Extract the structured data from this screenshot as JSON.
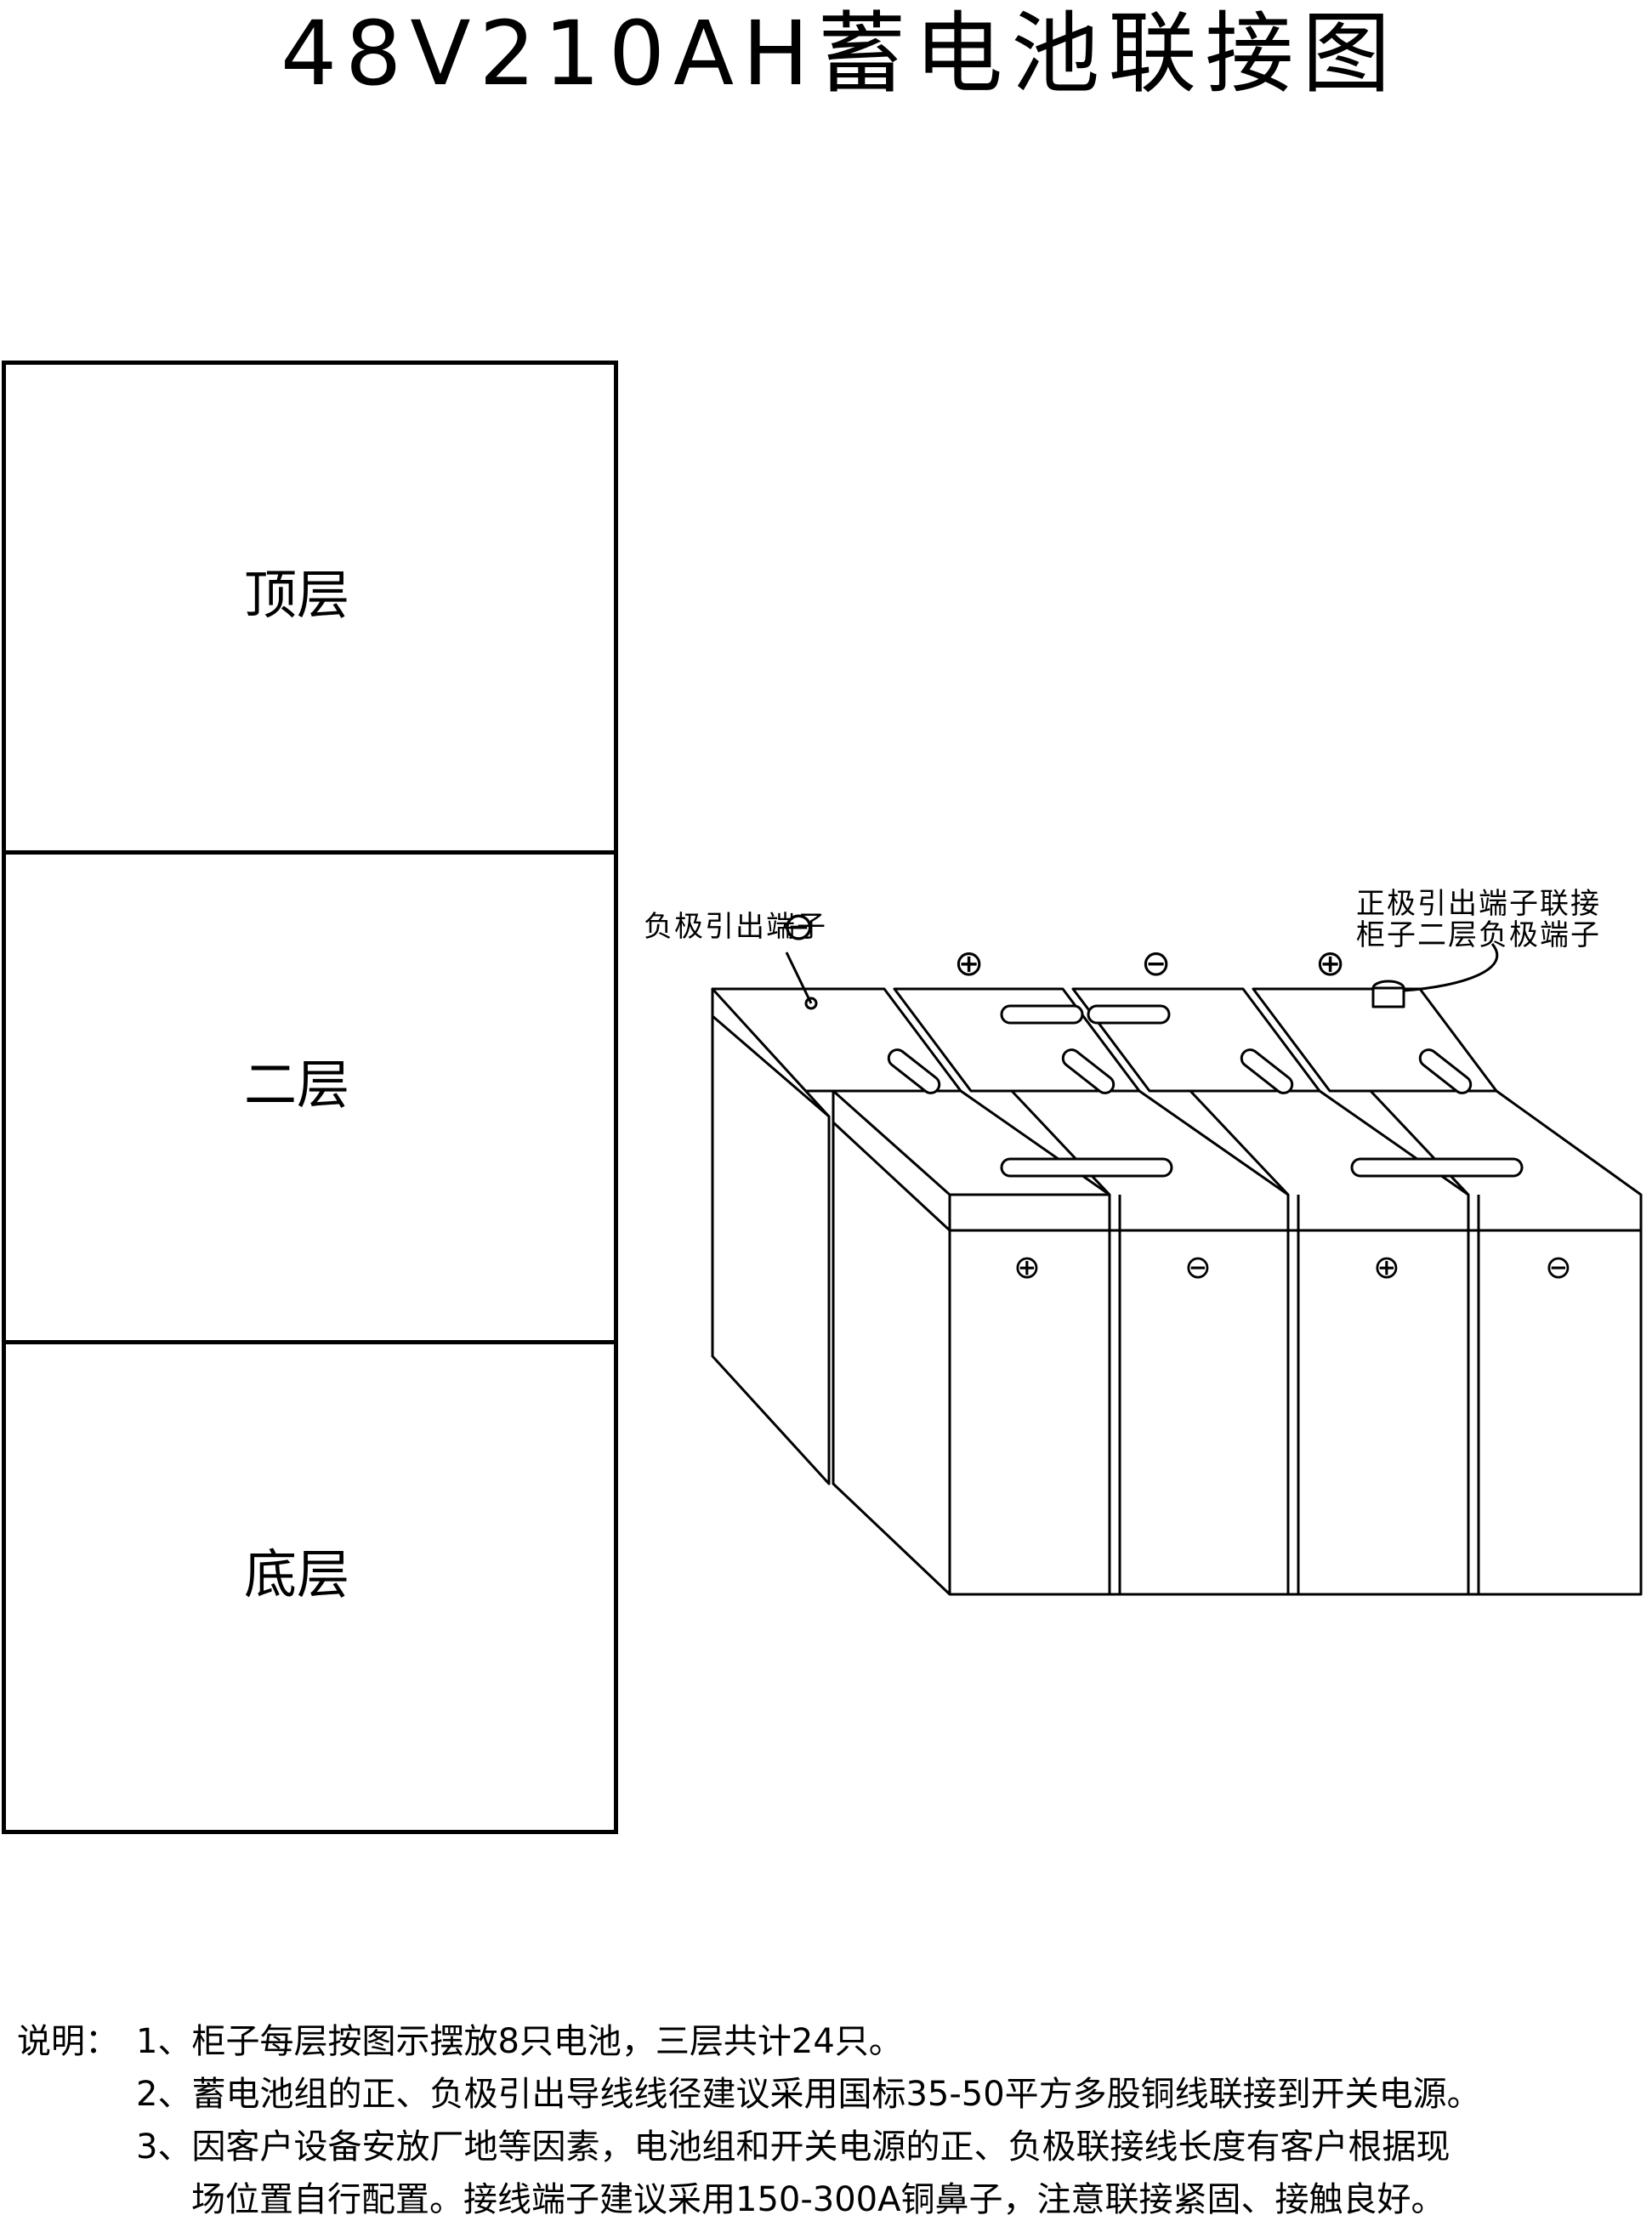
{
  "title": "48V210AH蓄电池联接图",
  "cabinet": {
    "layers": [
      {
        "label": "顶层"
      },
      {
        "label": "二层"
      },
      {
        "label": "底层"
      }
    ]
  },
  "diagram": {
    "neg_out_label": "负极引出端子",
    "pos_out_label_line1": "正极引出端子联接",
    "pos_out_label_line2": "柜子二层负极端子",
    "back_row_terminals": [
      "⊖",
      "⊕",
      "⊖",
      "⊕"
    ],
    "front_row_terminals": [
      "⊕",
      "⊖",
      "⊕",
      "⊖"
    ]
  },
  "notes": {
    "prefix": "说明：",
    "line1": "1、柜子每层按图示摆放8只电池，三层共计24只。",
    "line2": "2、蓄电池组的正、负极引出导线线径建议采用国标35-50平方多股铜线联接到开关电源。",
    "line3": "3、因客户设备安放厂地等因素，电池组和开关电源的正、负极联接线长度有客户根据现",
    "line4": "场位置自行配置。接线端子建议采用150-300A铜鼻子，注意联接紧固、接触良好。"
  }
}
